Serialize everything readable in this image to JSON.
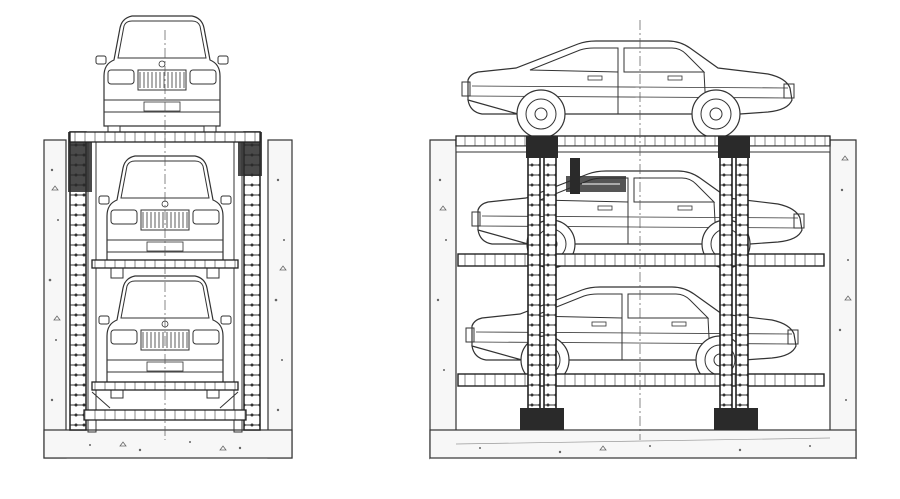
{
  "figure": {
    "description_visible_text": "",
    "views": [
      {
        "name": "front-elevation",
        "levels": 3,
        "cars": 3
      },
      {
        "name": "side-elevation",
        "levels": 3,
        "cars": 3
      }
    ]
  },
  "colors": {
    "line": "#333333",
    "steel": "#2a2a2a",
    "background": "#ffffff",
    "concrete": "#f7f7f7"
  }
}
